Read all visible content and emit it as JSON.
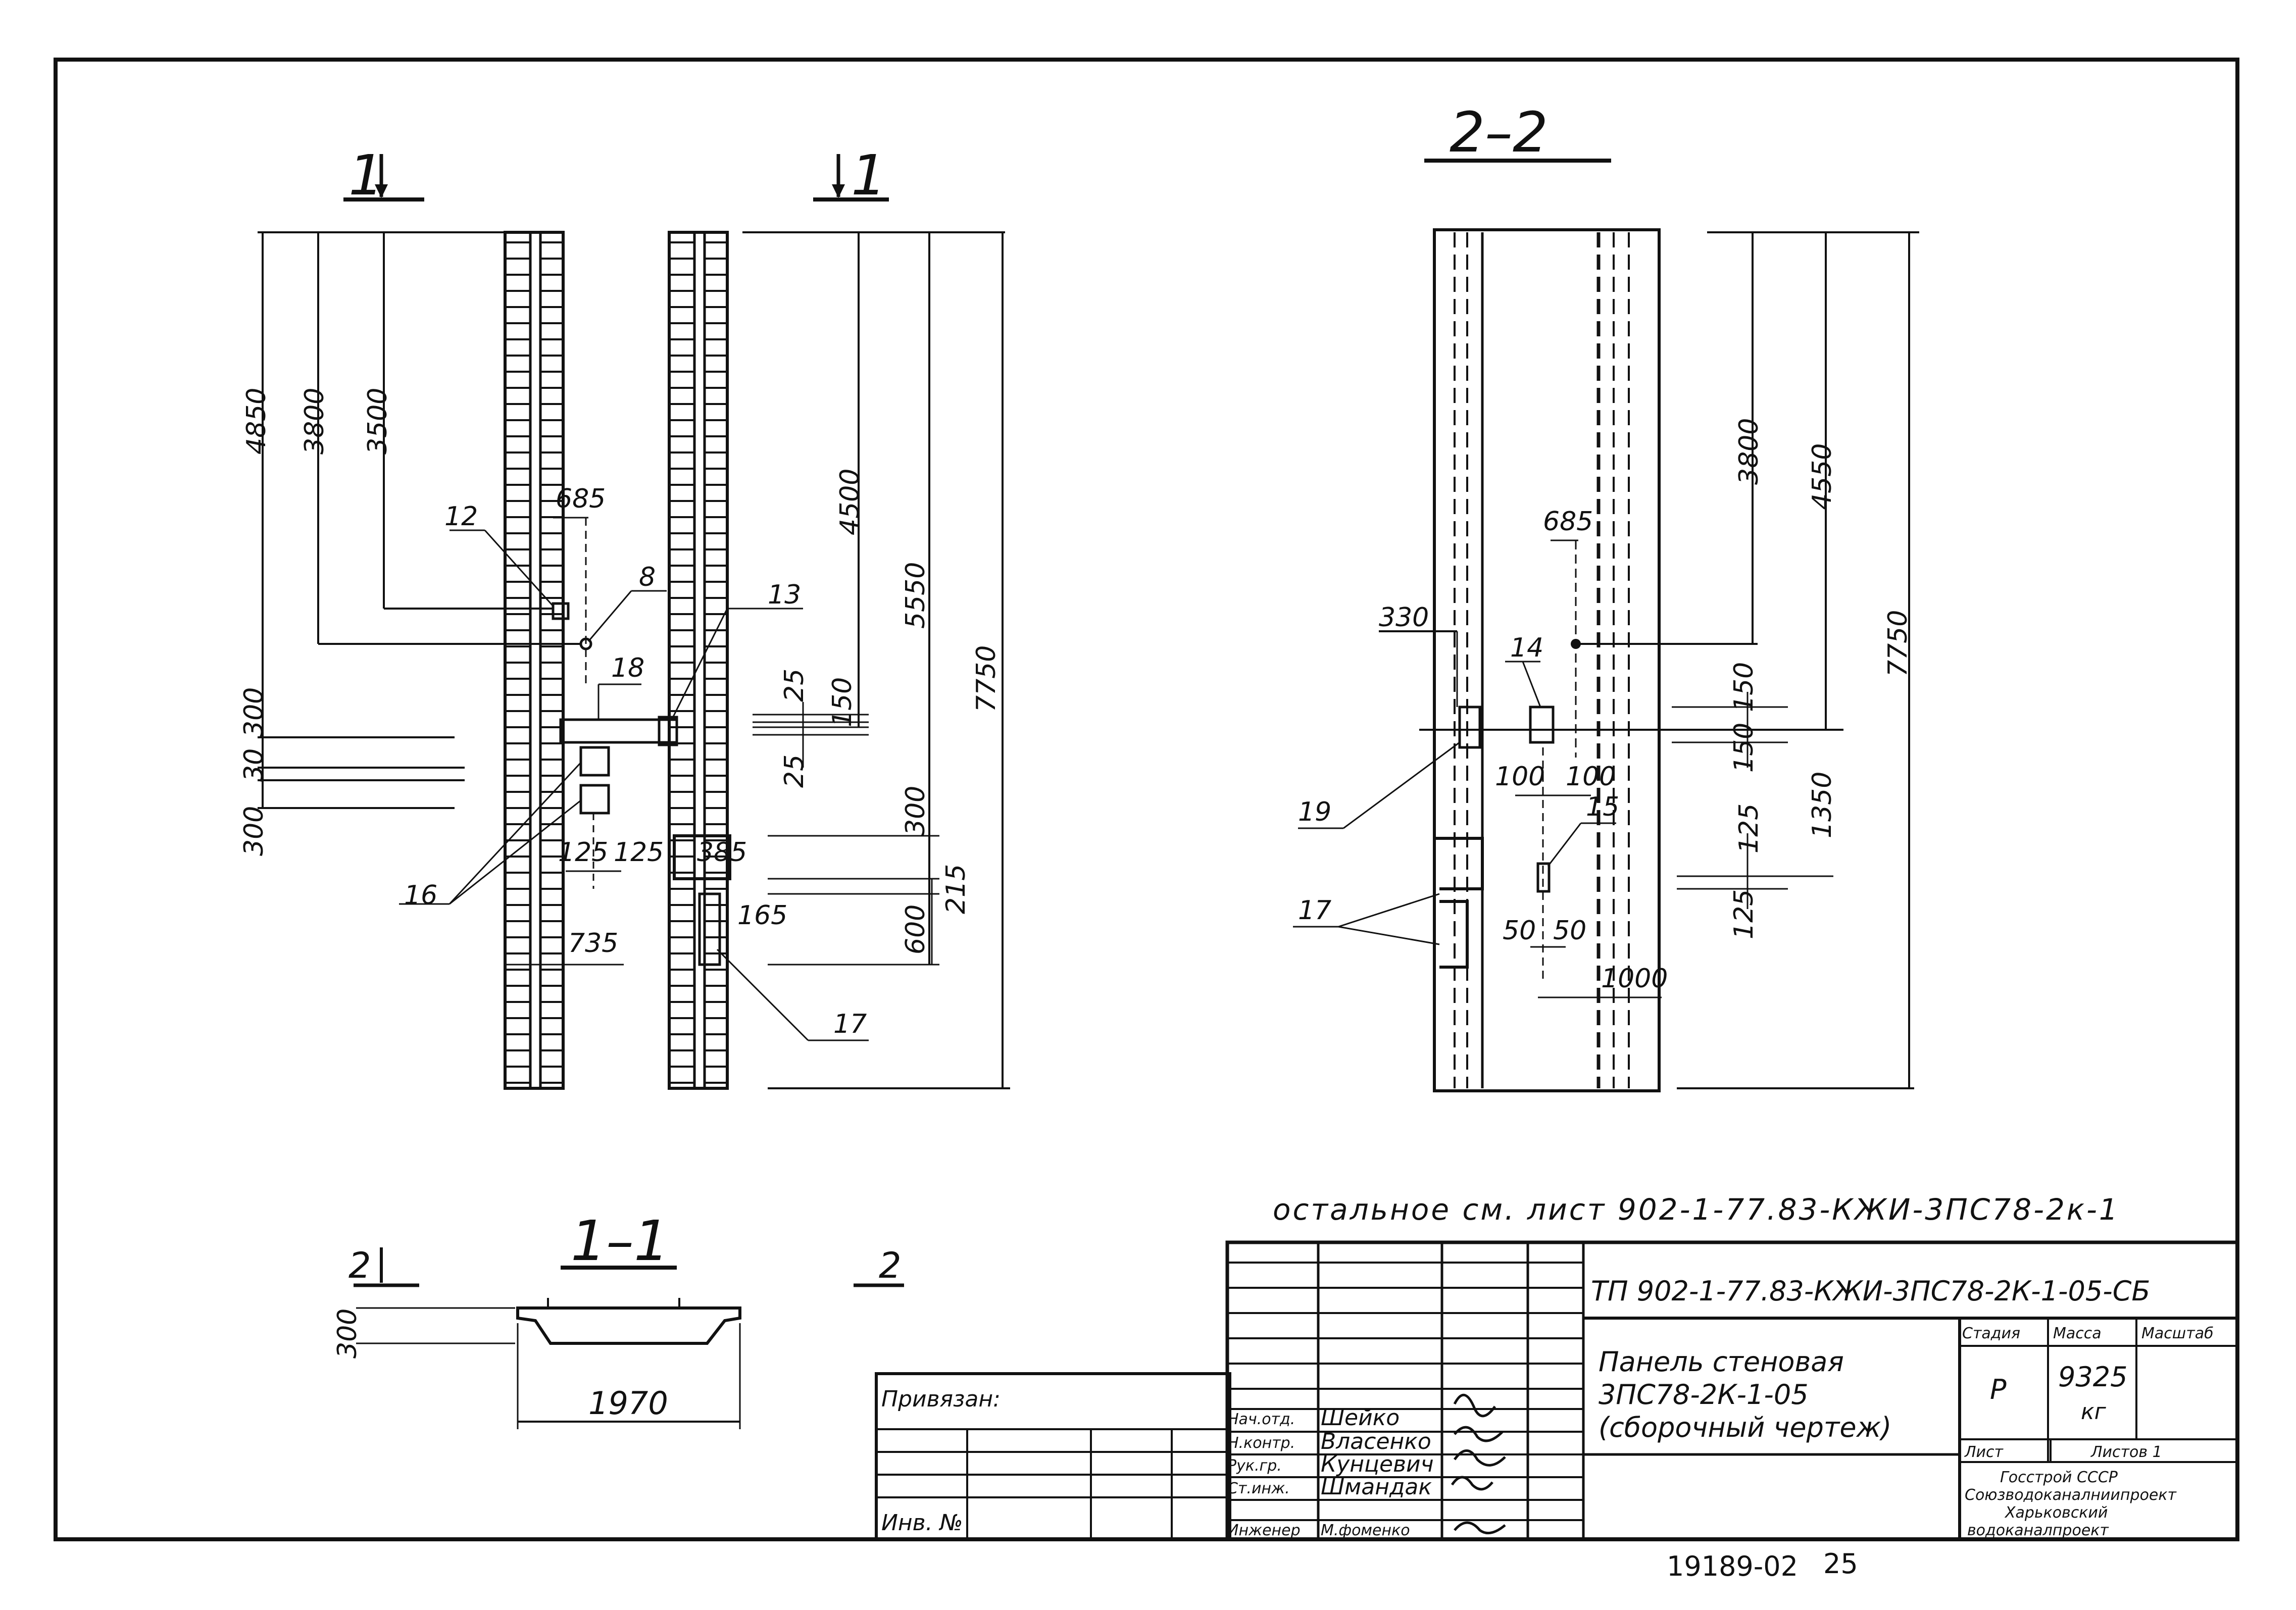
{
  "sections": {
    "front_marker_left": "1",
    "front_marker_right": "1",
    "view_2_2_title": "2–2",
    "view_1_1_title": "1–1",
    "plan_marker_left": "2",
    "plan_marker_right": "2"
  },
  "front_view": {
    "dims_left": [
      "4850",
      "3800",
      "3500"
    ],
    "dims_left_bottom": [
      "300",
      "30",
      "300"
    ],
    "dims_right": [
      "4500",
      "5550",
      "7750"
    ],
    "dims_inner": {
      "d685": "685",
      "d125a": "125",
      "d125b": "125",
      "d735": "735",
      "d385": "385",
      "d165": "165",
      "d25a": "25",
      "d25b": "25",
      "d150": "150",
      "d300": "300",
      "d215": "215",
      "d600": "600"
    },
    "callouts": [
      "12",
      "8",
      "13",
      "18",
      "16",
      "17"
    ]
  },
  "section_view": {
    "dims_right": [
      "3800",
      "4550",
      "7750"
    ],
    "dims_inner": {
      "d330": "330",
      "d685": "685",
      "d150a": "150",
      "d150b": "150",
      "d1350": "1350",
      "d125a": "125",
      "d125b": "125",
      "d100a": "100",
      "d100b": "100",
      "d50a": "50",
      "d50b": "50",
      "d1000": "1000"
    },
    "callouts": [
      "14",
      "15",
      "19",
      "17"
    ]
  },
  "plan_view": {
    "height": "300",
    "width": "1970"
  },
  "note": "остальное см. лист 902-1-77.83-КЖИ-3ПС78-2к-1",
  "title_block": {
    "code": "ТП 902-1-77.83-КЖИ-3ПС78-2К-1-05-СБ",
    "name_line1": "Панель стеновая",
    "name_line2": "3ПС78-2К-1-05",
    "name_line3": "(сборочный чертеж)",
    "stage_header": "Стадия",
    "mass_header": "Масса",
    "scale_header": "Масштаб",
    "stage_value": "Р",
    "mass_value": "9325",
    "mass_unit": "кг",
    "sheet_label": "Лист",
    "sheets_label": "Листов 1",
    "org_line1": "Госстрой СССР",
    "org_line2": "Союзводоканалниипроект",
    "org_line3": "Харьковский",
    "org_line4": "водоканалпроект",
    "binding_label": "Привязан:",
    "inv_label": "Инв. №",
    "staff": [
      {
        "role": "Нач.отд.",
        "name": "Шейко"
      },
      {
        "role": "Н.контр.",
        "name": "Власенко"
      },
      {
        "role": "Рук.гр.",
        "name": "Кунцевич"
      },
      {
        "role": "Ст.инж.",
        "name": "Шмандак"
      },
      {
        "role": "Инженер",
        "name": "М.фоменко"
      }
    ]
  },
  "footer": {
    "archive_no": "19189-02",
    "page_no": "25"
  }
}
